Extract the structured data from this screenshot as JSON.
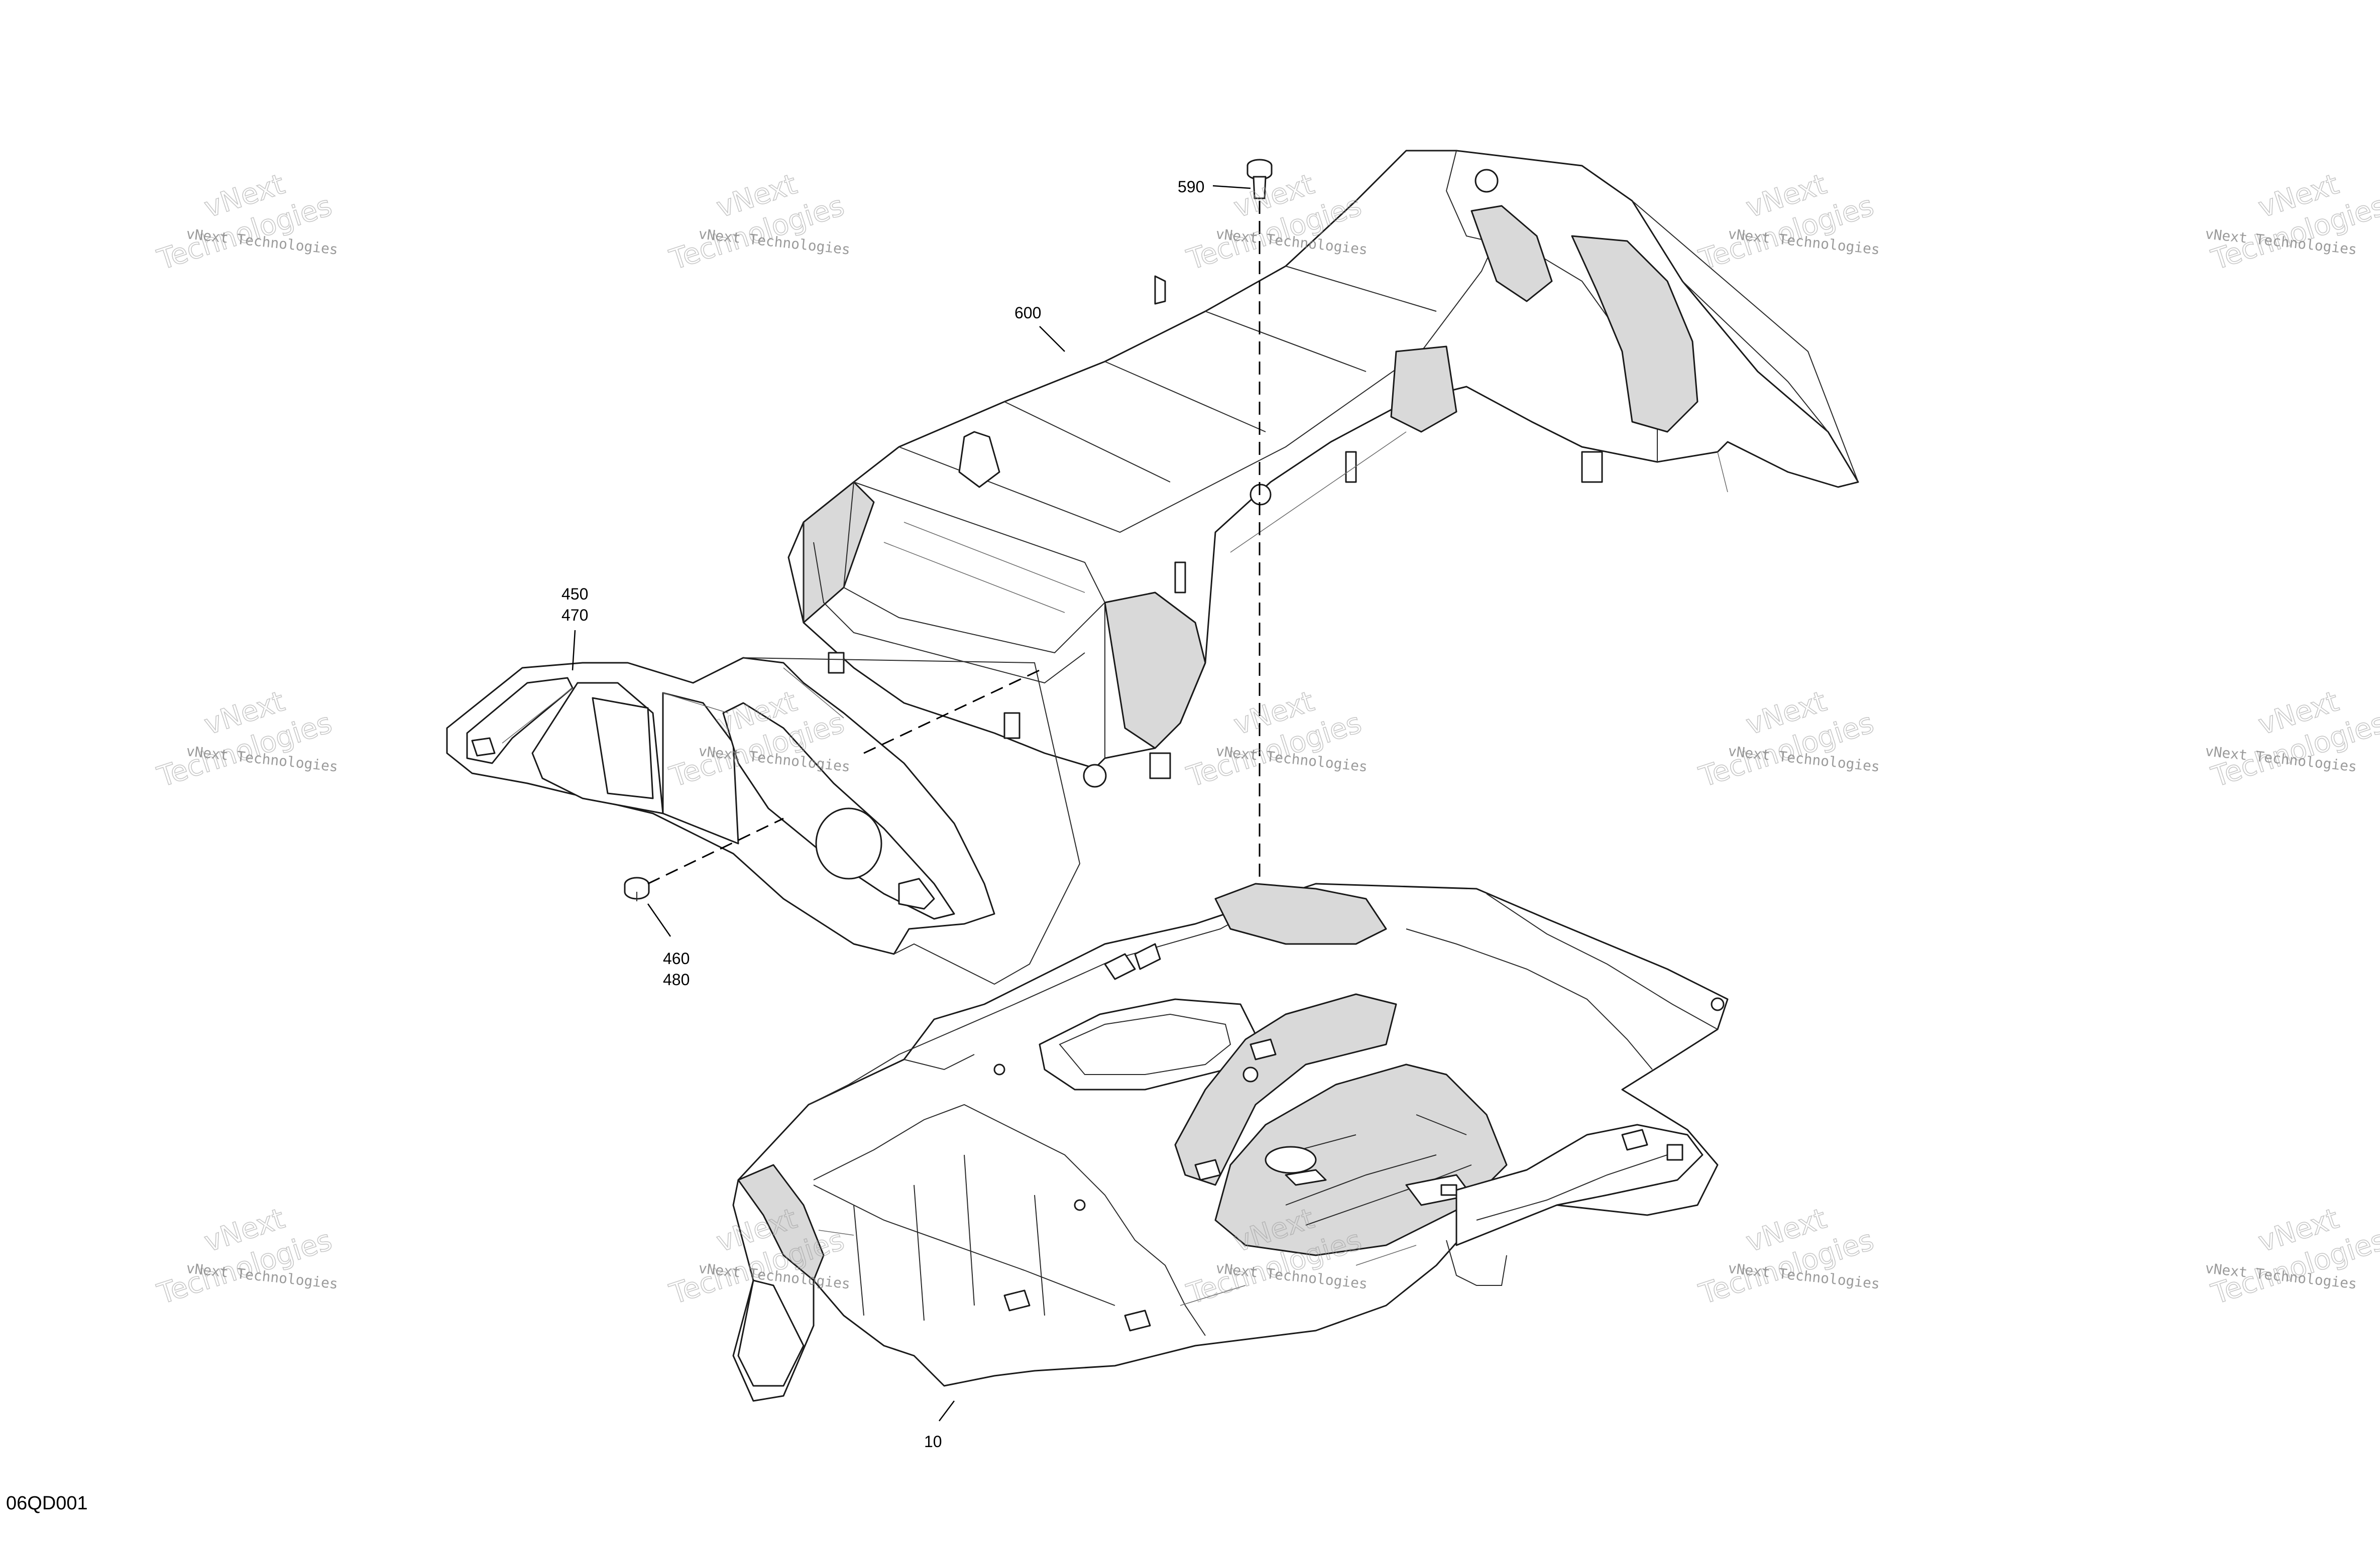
{
  "drawing_code": "06QD001",
  "watermark": {
    "text_small": "vNext Technologies",
    "text_big_1": "vNext",
    "text_big_2": "Technologies"
  },
  "callouts": {
    "c590": "590",
    "c600": "600",
    "c450": "450",
    "c470": "470",
    "c460": "460",
    "c480": "480",
    "c10": "10"
  }
}
